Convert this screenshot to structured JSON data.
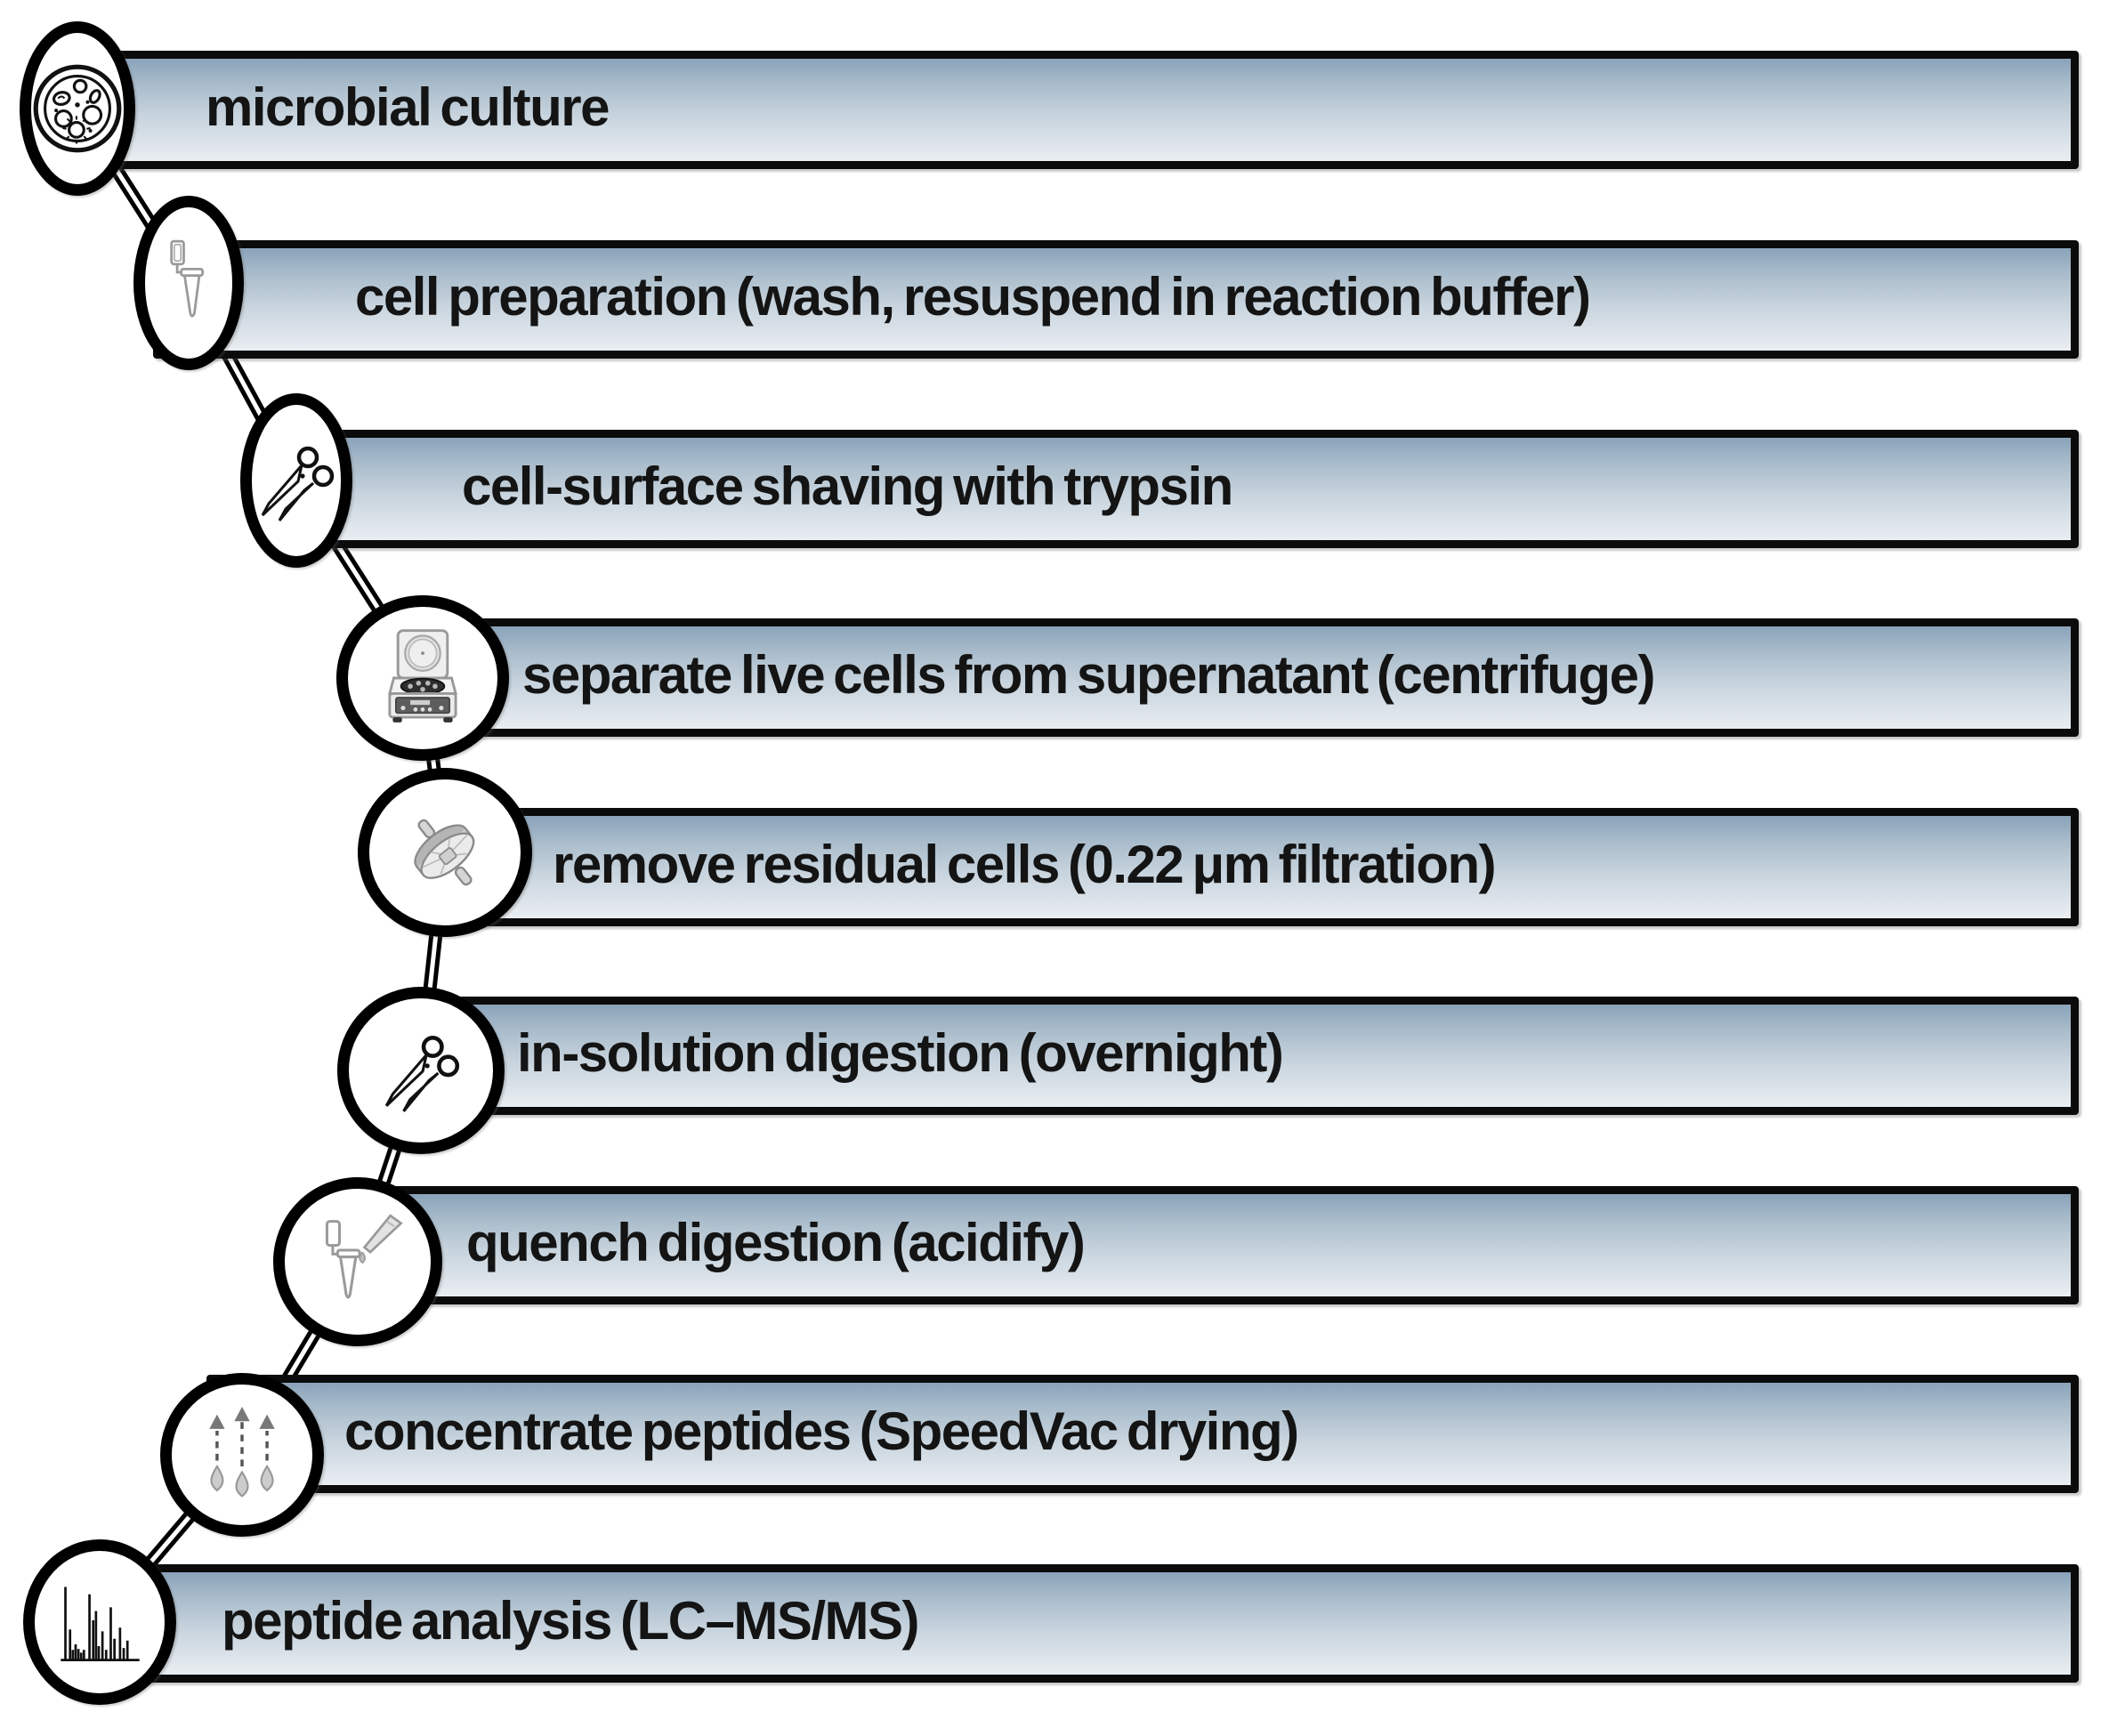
{
  "figure": {
    "background_color": "#ffffff",
    "bar_border_color": "#0b0b0b",
    "bar_gradient_top": "#8aa3b9",
    "bar_gradient_bottom": "#e9eef2",
    "text_color": "#141414",
    "connector_color": "#000000"
  },
  "steps": [
    {
      "label": "microbial culture",
      "icon": "petri-dish-icon"
    },
    {
      "label": "cell preparation (wash, resuspend in reaction buffer)",
      "icon": "microtube-icon"
    },
    {
      "label": "cell-surface shaving with trypsin",
      "icon": "scissors-icon"
    },
    {
      "label": "separate live cells from supernatant (centrifuge)",
      "icon": "centrifuge-icon"
    },
    {
      "label": "remove residual cells (0.22 μm filtration)",
      "icon": "syringe-filter-icon"
    },
    {
      "label": "in-solution digestion (overnight)",
      "icon": "scissors-icon"
    },
    {
      "label": "quench digestion (acidify)",
      "icon": "pipette-microtube-icon"
    },
    {
      "label": "concentrate peptides (SpeedVac drying)",
      "icon": "evaporation-icon"
    },
    {
      "label": "peptide analysis (LC–MS/MS)",
      "icon": "mass-spectrum-icon"
    }
  ]
}
